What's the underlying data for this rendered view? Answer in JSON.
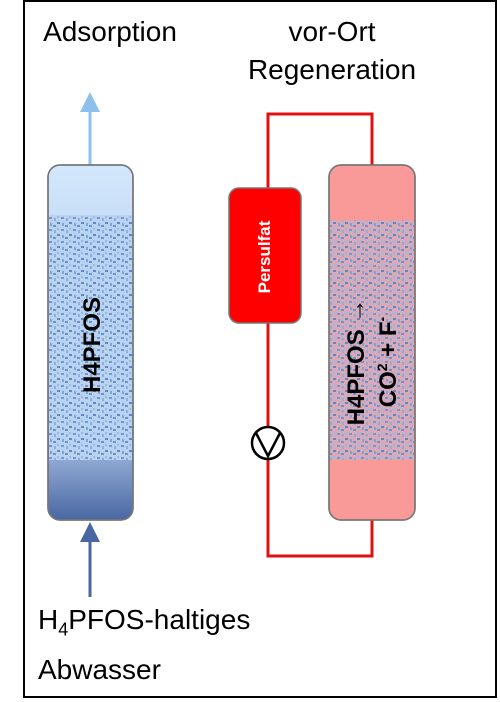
{
  "headings": {
    "adsorption": "Adsorption",
    "regeneration_line1": "vor-Ort",
    "regeneration_line2": "Regeneration"
  },
  "column_left": {
    "label": "H4PFOS"
  },
  "column_right": {
    "label_line1": "H4PFOS →",
    "label_line2_main": "CO",
    "label_line2_sup": "2",
    "label_line2_rest": " + F",
    "label_line2_sup2": "-"
  },
  "persulfat": {
    "label": "Persulfat"
  },
  "inflow": {
    "line1_prefix": "H",
    "line1_sub": "4",
    "line1_suffix": "PFOS-haltiges",
    "line2": "Abwasser"
  },
  "colors": {
    "loop_line": "#e01010",
    "persulfat_fill": "#ff0000",
    "right_column_fill": "#fa9a98",
    "left_top": "#cde4fb",
    "left_bottom": "#4f6ea8",
    "arrow_up": "#8ec0ee",
    "arrow_in": "#4a66a0",
    "pellet_fill": "#7aa3d8"
  }
}
